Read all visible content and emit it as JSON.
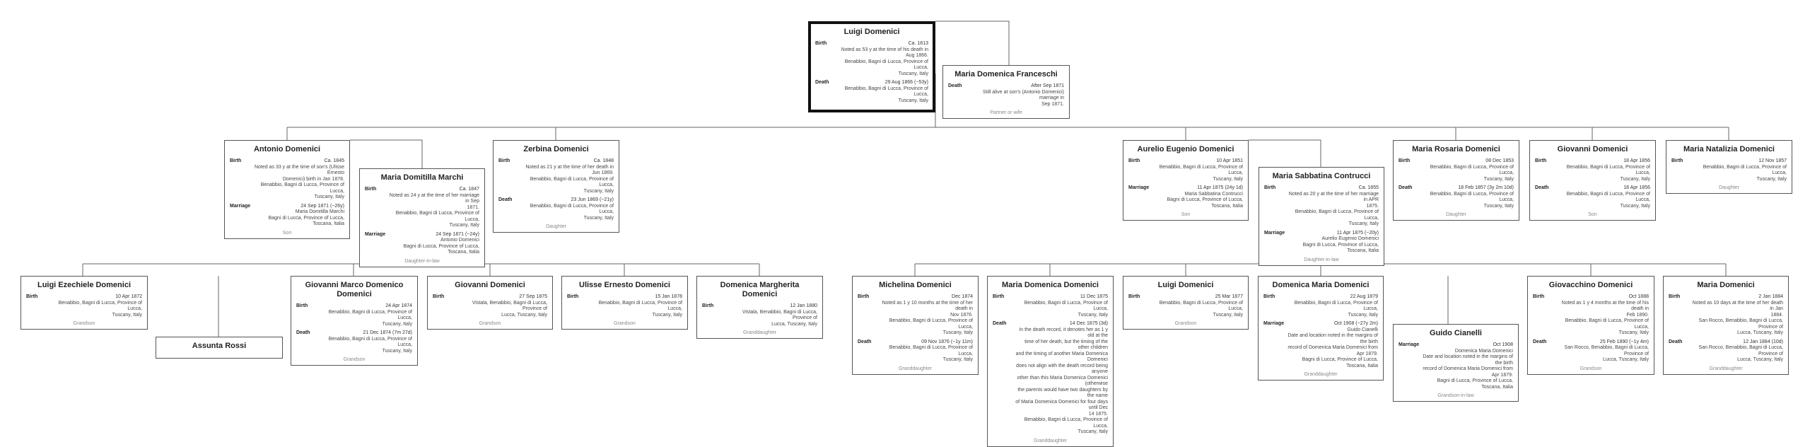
{
  "root": {
    "name": "Luigi Domenici",
    "events": [
      {
        "label": "Birth",
        "date": "Ca. 1813",
        "lines": [
          "Noted as 53 y at the time of his death in Aug 1866.",
          "Benabbio, Bagni di Lucca, Province of Lucca,",
          "Tuscany, Italy"
        ]
      },
      {
        "label": "Death",
        "date": "29 Aug 1866 (~53y)",
        "lines": [
          "Benabbio, Bagni di Lucca, Province of Lucca,",
          "Tuscany, Italy"
        ]
      }
    ]
  },
  "wife": {
    "name": "Maria Domenica Franceschi",
    "events": [
      {
        "label": "Death",
        "date": "After Sep 1871",
        "lines": [
          "Still alive at son's (Antonio Domenici) marriage in",
          "Sep 1871."
        ]
      }
    ],
    "relation": "Partner or wife"
  },
  "children": [
    {
      "name": "Antonio Domenici",
      "events": [
        {
          "label": "Birth",
          "date": "Ca. 1845",
          "lines": [
            "Noted as 33 y at the time of son's (Ulisse Ernesto",
            "Domenici) birth in Jan 1878.",
            "Benabbio, Bagni di Lucca, Province of Lucca,",
            "Tuscany, Italy"
          ]
        },
        {
          "label": "Marriage",
          "date": "24 Sep 1871 (~26y)",
          "lines": [
            "Maria Domitilla Marchi",
            "Bagni di Lucca, Province of Lucca, Toscana, Italia"
          ]
        }
      ],
      "relation": "Son"
    },
    {
      "name": "Maria Domitilla Marchi",
      "events": [
        {
          "label": "Birth",
          "date": "Ca. 1847",
          "lines": [
            "Noted as 24 y at the time of her marriage in Sep",
            "1871.",
            "Benabbio, Bagni di Lucca, Province of Lucca,",
            "Tuscany, Italy"
          ]
        },
        {
          "label": "Marriage",
          "date": "24 Sep 1871 (~24y)",
          "lines": [
            "Antonio Domenici",
            "Bagni di Lucca, Province of Lucca, Toscana, Italia"
          ]
        }
      ],
      "relation": "Daughter-in-law"
    },
    {
      "name": "Zerbina Domenici",
      "events": [
        {
          "label": "Birth",
          "date": "Ca. 1848",
          "lines": [
            "Noted as 21 y at the time of her death in Jun 1869.",
            "Benabbio, Bagni di Lucca, Province of Lucca,",
            "Tuscany, Italy"
          ]
        },
        {
          "label": "Death",
          "date": "23 Jun 1869 (~21y)",
          "lines": [
            "Benabbio, Bagni di Lucca, Province of Lucca,",
            "Tuscany, Italy"
          ]
        }
      ],
      "relation": "Daughter"
    },
    {
      "name": "Aurelio Eugenio Domenici",
      "events": [
        {
          "label": "Birth",
          "date": "10 Apr 1851",
          "lines": [
            "Benabbio, Bagni di Lucca, Province of Lucca,",
            "Tuscany, Italy"
          ]
        },
        {
          "label": "Marriage",
          "date": "11 Apr 1875 (24y 1d)",
          "lines": [
            "Maria Sabbatina Contrucci",
            "Bagni di Lucca, Province of Lucca, Toscana, Italia"
          ]
        }
      ],
      "relation": "Son"
    },
    {
      "name": "Maria Sabbatina Contrucci",
      "events": [
        {
          "label": "Birth",
          "date": "Ca. 1855",
          "lines": [
            "Noted as 20 y at the time of her marriage in APR",
            "1875.",
            "Benabbio, Bagni di Lucca, Province of Lucca,",
            "Tuscany, Italy"
          ]
        },
        {
          "label": "Marriage",
          "date": "11 Apr 1875 (~20y)",
          "lines": [
            "Aurelio Eugenio Domenici",
            "Bagni di Lucca, Province of Lucca, Toscana, Italia"
          ]
        }
      ],
      "relation": "Daughter-in-law"
    },
    {
      "name": "Maria Rosaria Domenici",
      "events": [
        {
          "label": "Birth",
          "date": "08 Dec 1853",
          "lines": [
            "Benabbio, Bagni di Lucca, Province of Lucca,",
            "Tuscany, Italy"
          ]
        },
        {
          "label": "Death",
          "date": "18 Feb 1857 (3y 2m 10d)",
          "lines": [
            "Benabbio, Bagni di Lucca, Province of Lucca,",
            "Tuscany, Italy"
          ]
        }
      ],
      "relation": "Daughter"
    },
    {
      "name": "Giovanni Domenici",
      "events": [
        {
          "label": "Birth",
          "date": "18 Apr 1856",
          "lines": [
            "Benabbio, Bagni di Lucca, Province of Lucca,",
            "Tuscany, Italy"
          ]
        },
        {
          "label": "Death",
          "date": "18 Apr 1856",
          "lines": [
            "Benabbio, Bagni di Lucca, Province of Lucca,",
            "Tuscany, Italy"
          ]
        }
      ],
      "relation": "Son"
    },
    {
      "name": "Maria Natalizia Domenici",
      "events": [
        {
          "label": "Birth",
          "date": "12 Nov 1857",
          "lines": [
            "Benabbio, Bagni di Lucca, Province of Lucca,",
            "Tuscany, Italy"
          ]
        }
      ],
      "relation": "Daughter"
    }
  ],
  "grandchildren_a": [
    {
      "name": "Luigi Ezechiele Domenici",
      "events": [
        {
          "label": "Birth",
          "date": "10 Apr 1872",
          "lines": [
            "Benabbio, Bagni di Lucca, Province of Lucca,",
            "Tuscany, Italy"
          ]
        }
      ],
      "relation": "Grandson"
    },
    {
      "name": "Assunta Rossi",
      "events": [],
      "relation": ""
    },
    {
      "name": "Giovanni Marco Domenico Domenici",
      "events": [
        {
          "label": "Birth",
          "date": "24 Apr 1874",
          "lines": [
            "Benabbio, Bagni di Lucca, Province of Lucca,",
            "Tuscany, Italy"
          ]
        },
        {
          "label": "Death",
          "date": "21 Dec 1874 (7m 27d)",
          "lines": [
            "Benabbio, Bagni di Lucca, Province of Lucca,",
            "Tuscany, Italy"
          ]
        }
      ],
      "relation": "Grandson"
    },
    {
      "name": "Giovanni Domenici",
      "events": [
        {
          "label": "Birth",
          "date": "27 Sep 1875",
          "lines": [
            "Vistala, Benabbio, Bagni di Lucca, Province of",
            "Lucca, Tuscany, Italy"
          ]
        }
      ],
      "relation": "Grandson"
    },
    {
      "name": "Ulisse Ernesto Domenici",
      "events": [
        {
          "label": "Birth",
          "date": "15 Jan 1878",
          "lines": [
            "Benabbio, Bagni di Lucca, Province of Lucca,",
            "Tuscany, Italy"
          ]
        }
      ],
      "relation": "Grandson"
    },
    {
      "name": "Domenica Margherita Domenici",
      "events": [
        {
          "label": "Birth",
          "date": "12 Jan 1880",
          "lines": [
            "Vistala, Benabbio, Bagni di Lucca, Province of",
            "Lucca, Tuscany, Italy"
          ]
        }
      ],
      "relation": "Granddaughter"
    }
  ],
  "grandchildren_b": [
    {
      "name": "Michelina Domenici",
      "events": [
        {
          "label": "Birth",
          "date": "Dec 1874",
          "lines": [
            "Noted as 1 y 10 months at the time of her death in",
            "Nov 1876.",
            "Benabbio, Bagni di Lucca, Province of Lucca,",
            "Tuscany, Italy"
          ]
        },
        {
          "label": "Death",
          "date": "09 Nov 1876 (~1y 11m)",
          "lines": [
            "Benabbio, Bagni di Lucca, Province of Lucca,",
            "Tuscany, Italy"
          ]
        }
      ],
      "relation": "Granddaughter"
    },
    {
      "name": "Maria Domenica Domenici",
      "events": [
        {
          "label": "Birth",
          "date": "11 Dec 1875",
          "lines": [
            "Benabbio, Bagni di Lucca, Province of Lucca,",
            "Tuscany, Italy"
          ]
        },
        {
          "label": "Death",
          "date": "14 Dec 1875 (3d)",
          "lines": [
            "In the death record, it denotes her as 1 y old at the",
            "time of her death, but the timing of the other children",
            "and the timing of another Maria Domenica Domenici",
            "does not align with the death record being anyone",
            "other than this Maria Domenica Domenici (otherwise",
            "the parents would have two daughters by the name",
            "of Maria Domenica Domenici for four days until Dec",
            "14 1875.",
            "Benabbio, Bagni di Lucca, Province of Lucca,",
            "Tuscany, Italy"
          ]
        }
      ],
      "relation": "Granddaughter"
    },
    {
      "name": "Luigi Domenici",
      "events": [
        {
          "label": "Birth",
          "date": "25 Mar 1877",
          "lines": [
            "Benabbio, Bagni di Lucca, Province of Lucca,",
            "Tuscany, Italy"
          ]
        }
      ],
      "relation": "Grandson"
    },
    {
      "name": "Domenica Maria Domenici",
      "events": [
        {
          "label": "Birth",
          "date": "22 Aug 1879",
          "lines": [
            "Benabbio, Bagni di Lucca, Province of Lucca,",
            "Tuscany, Italy"
          ]
        },
        {
          "label": "Marriage",
          "date": "Oct 1908 (~27y 2m)",
          "lines": [
            "Guido Cianelli",
            "Date and location noted in the margins of the birth",
            "record of Domenica Maria Domenici from Apr 1879.",
            "Bagni di Lucca, Province of Lucca, Toscana, Italia"
          ]
        }
      ],
      "relation": "Granddaughter"
    },
    {
      "name": "Guido Cianelli",
      "events": [
        {
          "label": "Marriage",
          "date": "Oct 1908",
          "lines": [
            "Domenica Maria Domenici",
            "Date and location noted in the margins of the birth",
            "record of Domenica Maria Domenici from Apr 1879.",
            "Bagni di Lucca, Province of Lucca, Toscana, Italia"
          ]
        }
      ],
      "relation": "Grandson-in-law"
    },
    {
      "name": "Giovacchino Domenici",
      "events": [
        {
          "label": "Birth",
          "date": "Oct 1888",
          "lines": [
            "Noted as 1 y 4 months at the time of his death in",
            "Feb 1890.",
            "Benabbio, Bagni di Lucca, Province of Lucca,",
            "Tuscany, Italy"
          ]
        },
        {
          "label": "Death",
          "date": "25 Feb 1890 (~1y 4m)",
          "lines": [
            "San Rocco, Benabbio, Bagni di Lucca, Province of",
            "Lucca, Tuscany, Italy"
          ]
        }
      ],
      "relation": "Grandson"
    },
    {
      "name": "Maria Domenici",
      "events": [
        {
          "label": "Birth",
          "date": "2 Jan 1884",
          "lines": [
            "Noted as 10 days at the time of her death in Jan",
            "1884.",
            "San Rocco, Benabbio, Bagni di Lucca, Province of",
            "Lucca, Tuscany, Italy"
          ]
        },
        {
          "label": "Death",
          "date": "12 Jan 1884 (10d)",
          "lines": [
            "San Rocco, Benabbio, Bagni di Lucca, Province of",
            "Lucca, Tuscany, Italy"
          ]
        }
      ],
      "relation": "Granddaughter"
    }
  ]
}
